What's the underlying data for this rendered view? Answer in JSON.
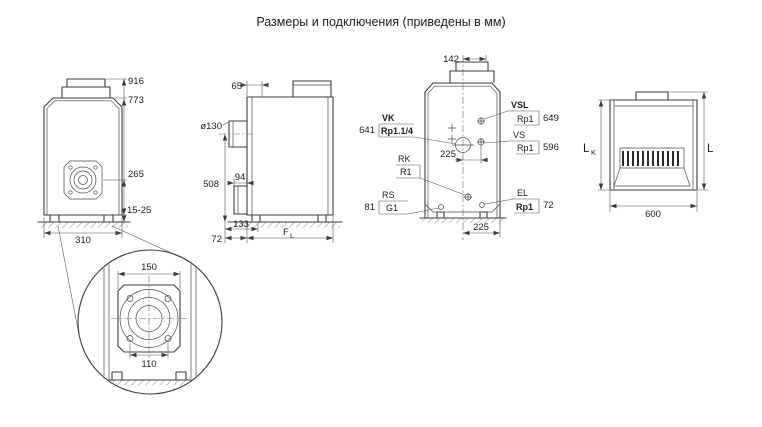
{
  "title": "Размеры и подключения (приведены в мм)",
  "front_view": {
    "height_total": "916",
    "height_body": "773",
    "burner_axis_height": "265",
    "feet_adjust": "15-25",
    "width": "310"
  },
  "side_view": {
    "top_offset": "65",
    "flue_diameter": "ø130",
    "flue_axis_height": "508",
    "burner_depth": "94",
    "front_step": "133",
    "foot_offset": "72",
    "length_label": "F",
    "length_sub": "L"
  },
  "connections_view": {
    "flue_offset": "142",
    "vk_height": "641",
    "vsl_height": "649",
    "vs_height": "596",
    "rs_height": "81",
    "el_height": "72",
    "center_to_vs": "225",
    "center_to_edge": "225",
    "vk_label": "VK",
    "vk_size": "Rp1.1/4",
    "vsl_label": "VSL",
    "vsl_size": "Rp1",
    "vs_label": "VS",
    "vs_size": "Rp1",
    "rk_label": "RK",
    "rk_size": "R1",
    "rs_label": "RS",
    "rs_size": "G1",
    "el_label": "EL",
    "el_size": "Rp1"
  },
  "rear_view": {
    "depth_label": "L",
    "depth_sub": "K",
    "total_depth_label": "L",
    "width": "600"
  },
  "detail_view": {
    "flange_width": "150",
    "bolt_spacing": "110"
  }
}
